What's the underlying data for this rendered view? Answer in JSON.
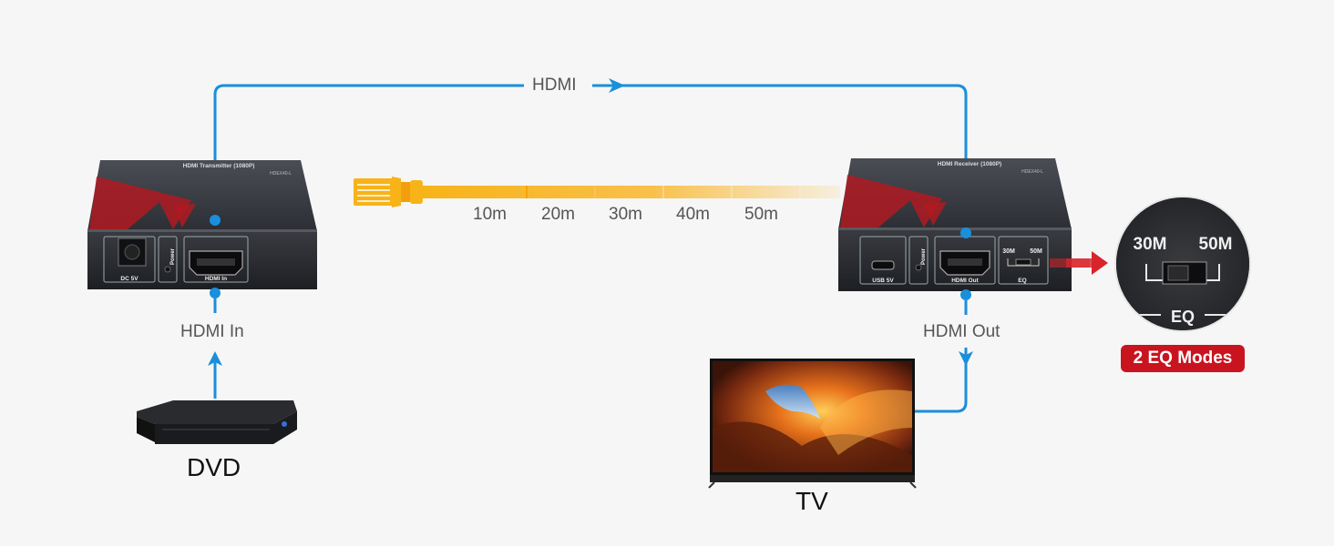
{
  "cable_top_label": "HDMI",
  "transmitter": {
    "title": "HDMI Transmitter (1080P)",
    "model": "HDEX40-L",
    "port_dc": "DC 5V",
    "port_power": "Power",
    "port_hdmi": "HDMI In"
  },
  "receiver": {
    "title": "HDMI Receiver (1080P)",
    "model": "HDEX40-L",
    "port_usb": "USB 5V",
    "port_power": "Power",
    "port_hdmi": "HDMI Out",
    "eq_30": "30M",
    "eq_50": "50M",
    "eq_label": "EQ"
  },
  "distances": [
    "10m",
    "20m",
    "30m",
    "40m",
    "50m"
  ],
  "hdmi_in_label": "HDMI In",
  "hdmi_out_label": "HDMI Out",
  "source_device": "DVD",
  "display_device": "TV",
  "zoom": {
    "eq_30": "30M",
    "eq_50": "50M",
    "eq_label": "EQ"
  },
  "badge": "2 EQ Modes",
  "colors": {
    "cable": "#1a8fdc",
    "ethernet": "#f7b318",
    "badge": "#c8141e",
    "arrow": "#d8242a"
  }
}
